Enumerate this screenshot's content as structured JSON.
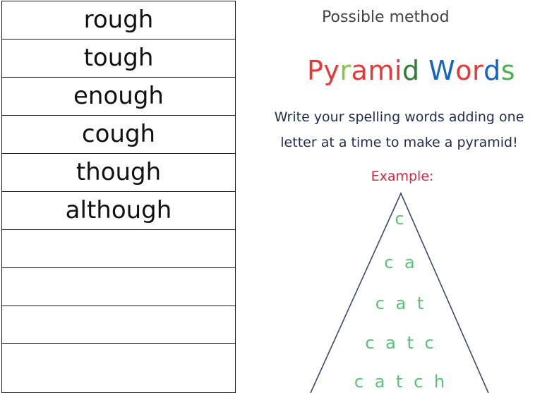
{
  "spelling_list": {
    "words": [
      "rough",
      "tough",
      "enough",
      "cough",
      "though",
      "although",
      "",
      "",
      "",
      ""
    ]
  },
  "method": {
    "caption": "Possible method",
    "title_letters": [
      {
        "char": "P",
        "color": "#e53935"
      },
      {
        "char": "y",
        "color": "#e53935"
      },
      {
        "char": "r",
        "color": "#8bc34a"
      },
      {
        "char": "a",
        "color": "#e53935"
      },
      {
        "char": "m",
        "color": "#e53935"
      },
      {
        "char": "i",
        "color": "#e53935"
      },
      {
        "char": "d",
        "color": "#2e7d32"
      },
      {
        "char": " ",
        "color": "#ffffff"
      },
      {
        "char": "W",
        "color": "#1565c0"
      },
      {
        "char": "o",
        "color": "#e53935"
      },
      {
        "char": "r",
        "color": "#e53935"
      },
      {
        "char": "d",
        "color": "#1565c0"
      },
      {
        "char": "s",
        "color": "#4caf50"
      }
    ],
    "instructions_line1": "Write your spelling words adding one",
    "instructions_line2": "letter at a time to make a pyramid!",
    "example_label": "Example:",
    "pyramid_rows": [
      "c",
      "c a",
      "c a t",
      "c a t c",
      "c a t c h"
    ]
  }
}
